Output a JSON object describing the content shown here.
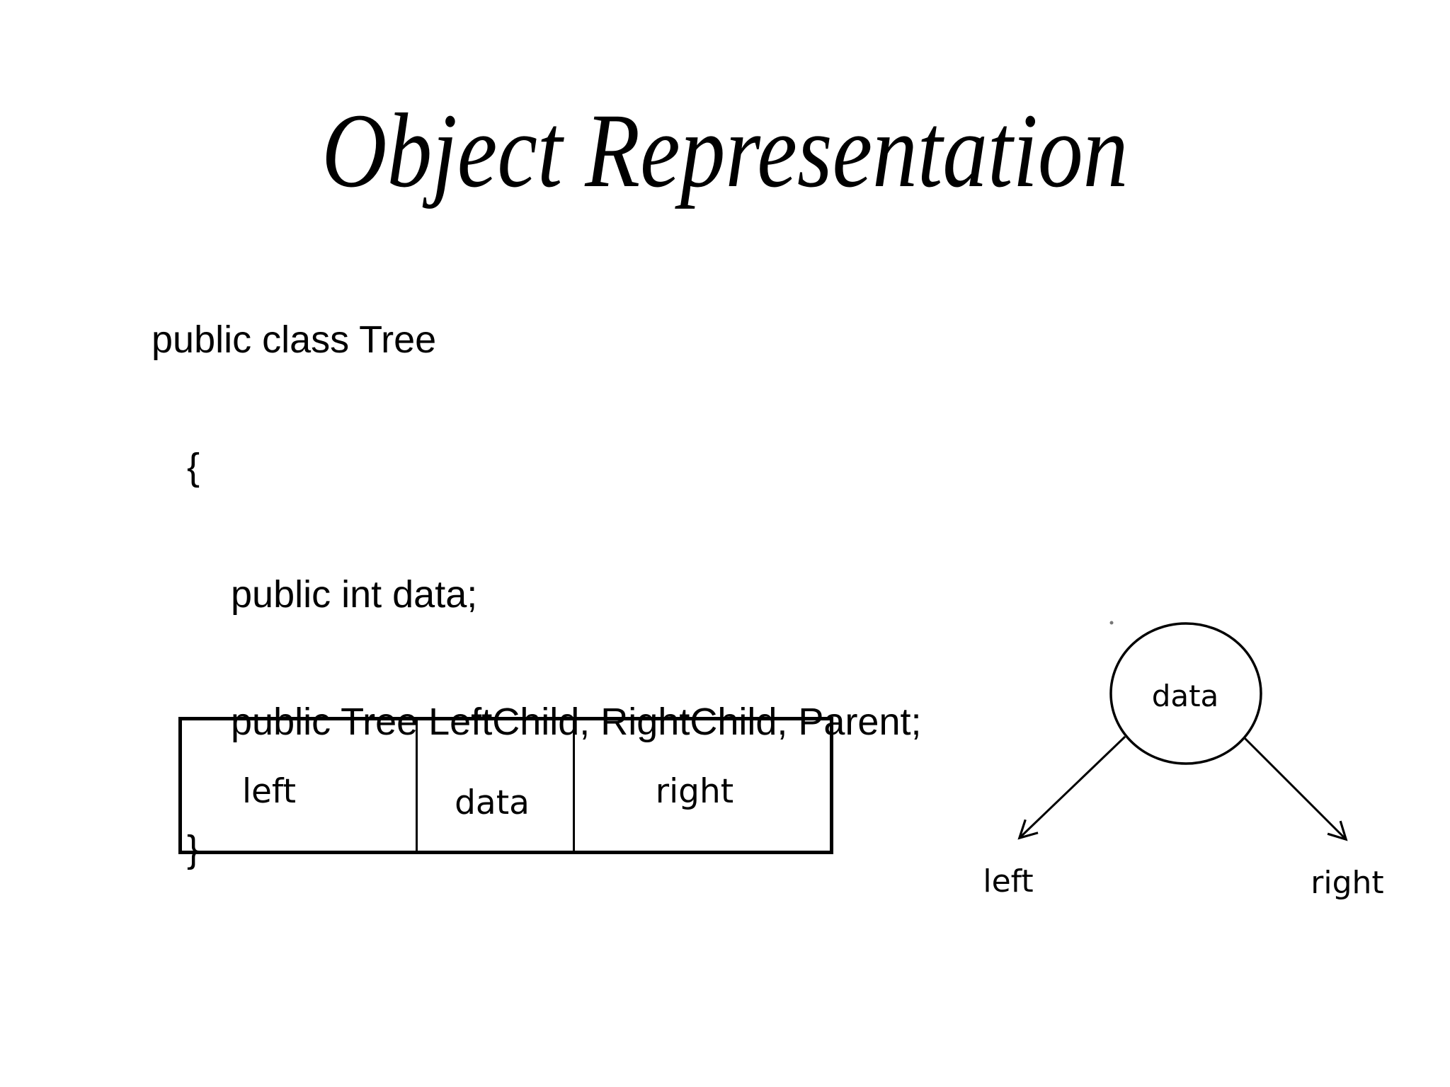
{
  "slide": {
    "title": "Object Representation",
    "code": {
      "lines": [
        "public class Tree",
        "{",
        "public int data;",
        "public Tree LeftChild, RightChild, Parent;",
        "}"
      ]
    },
    "memory_cell": {
      "left": "left",
      "data": "data",
      "right": "right"
    },
    "tree_diagram": {
      "node": "data",
      "left_child": "left",
      "right_child": "right"
    },
    "colors": {
      "background": "#ffffff",
      "ink": "#000000"
    }
  }
}
